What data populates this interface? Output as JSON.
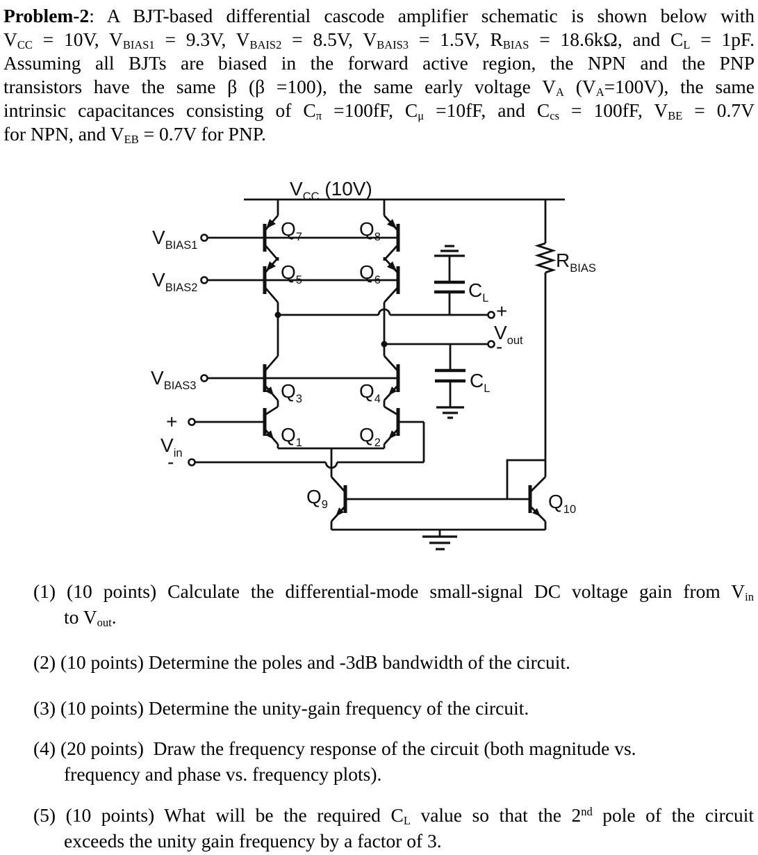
{
  "problem": {
    "lines": [
      {
        "j": true,
        "seg": [
          {
            "t": "Problem-2",
            "b": true
          },
          {
            "t": ": A BJT-based differential cascode amplifier schematic is shown below with"
          }
        ]
      },
      {
        "j": true,
        "seg": [
          {
            "t": "V"
          },
          {
            "t": "CC",
            "sub": true
          },
          {
            "t": " = 10V, V"
          },
          {
            "t": "BIAS1",
            "sub": true
          },
          {
            "t": " = 9.3V, V"
          },
          {
            "t": "BAIS2",
            "sub": true
          },
          {
            "t": " = 8.5V, V"
          },
          {
            "t": "BAIS3",
            "sub": true
          },
          {
            "t": " = 1.5V, R"
          },
          {
            "t": "BIAS",
            "sub": true
          },
          {
            "t": " = 18.6kΩ, and C"
          },
          {
            "t": "L",
            "sub": true
          },
          {
            "t": " = 1pF."
          }
        ]
      },
      {
        "j": true,
        "seg": [
          {
            "t": "Assuming all BJTs are biased in the forward active region, the NPN and the PNP"
          }
        ]
      },
      {
        "j": true,
        "seg": [
          {
            "t": "transistors have the same β (β =100), the same early voltage V"
          },
          {
            "t": "A",
            "sub": true
          },
          {
            "t": " (V"
          },
          {
            "t": "A",
            "sub": true
          },
          {
            "t": "=100V), the same"
          }
        ]
      },
      {
        "j": true,
        "seg": [
          {
            "t": "intrinsic capacitances consisting of C"
          },
          {
            "t": "π",
            "sub": true
          },
          {
            "t": " =100fF, C"
          },
          {
            "t": "μ",
            "sub": true
          },
          {
            "t": " =10fF, and C"
          },
          {
            "t": "cs",
            "sub": true
          },
          {
            "t": " = 100fF, V"
          },
          {
            "t": "BE",
            "sub": true
          },
          {
            "t": " = 0.7V"
          }
        ]
      },
      {
        "seg": [
          {
            "t": "for NPN, and V"
          },
          {
            "t": "EB",
            "sub": true
          },
          {
            "t": " = 0.7V for PNP."
          }
        ]
      }
    ]
  },
  "schematic": {
    "labels": {
      "vcc": {
        "v": "V",
        "sub": "CC",
        "rest": " (10V)"
      },
      "vbias1": {
        "v": "V",
        "sub": "BIAS1"
      },
      "vbias2": {
        "v": "V",
        "sub": "BIAS2"
      },
      "vbias3": {
        "v": "V",
        "sub": "BIAS3"
      },
      "vin": {
        "v": "V",
        "sub": "in",
        "plus": "+",
        "minus": "-"
      },
      "vout": {
        "v": "V",
        "sub": "out",
        "plus": "+",
        "minus": "-"
      },
      "rbias": {
        "v": "R",
        "sub": "BIAS"
      },
      "cl_top": {
        "v": "C",
        "sub": "L"
      },
      "cl_bot": {
        "v": "C",
        "sub": "L"
      },
      "q1": {
        "v": "Q",
        "sub": "1"
      },
      "q2": {
        "v": "Q",
        "sub": "2"
      },
      "q3": {
        "v": "Q",
        "sub": "3"
      },
      "q4": {
        "v": "Q",
        "sub": "4"
      },
      "q5": {
        "v": "Q",
        "sub": "5"
      },
      "q6": {
        "v": "Q",
        "sub": "6"
      },
      "q7": {
        "v": "Q",
        "sub": "7"
      },
      "q8": {
        "v": "Q",
        "sub": "8"
      },
      "q9": {
        "v": "Q",
        "sub": "9"
      },
      "q10": {
        "v": "Q",
        "sub": "10"
      }
    }
  },
  "questions": [
    {
      "lines": [
        {
          "j": true,
          "seg": [
            {
              "t": "(1) (10 points) Calculate the differential-mode small-signal DC voltage gain from V"
            },
            {
              "t": "in",
              "sub": true
            }
          ]
        },
        {
          "seg": [
            {
              "t": "to V"
            },
            {
              "t": "out",
              "sub": true
            },
            {
              "t": "."
            }
          ]
        }
      ]
    },
    {
      "lines": [
        {
          "seg": [
            {
              "t": "(2) (10 points) Determine the poles and -3dB bandwidth of the circuit."
            }
          ]
        }
      ]
    },
    {
      "lines": [
        {
          "seg": [
            {
              "t": "(3) (10 points) Determine the unity-gain frequency of the circuit."
            }
          ]
        }
      ]
    },
    {
      "lines": [
        {
          "seg": [
            {
              "t": "(4) (20 points)  Draw the frequency response of the circuit (both magnitude vs."
            }
          ]
        },
        {
          "seg": [
            {
              "t": "frequency and phase vs. frequency plots)."
            }
          ]
        }
      ]
    },
    {
      "lines": [
        {
          "j": true,
          "seg": [
            {
              "t": "(5) (10 points) What will be the required C"
            },
            {
              "t": "L",
              "sub": true
            },
            {
              "t": " value so that the 2"
            },
            {
              "t": "nd",
              "sup": true
            },
            {
              "t": " pole of the circuit"
            }
          ]
        },
        {
          "seg": [
            {
              "t": "exceeds the unity gain frequency by a factor of 3."
            }
          ]
        }
      ]
    }
  ]
}
